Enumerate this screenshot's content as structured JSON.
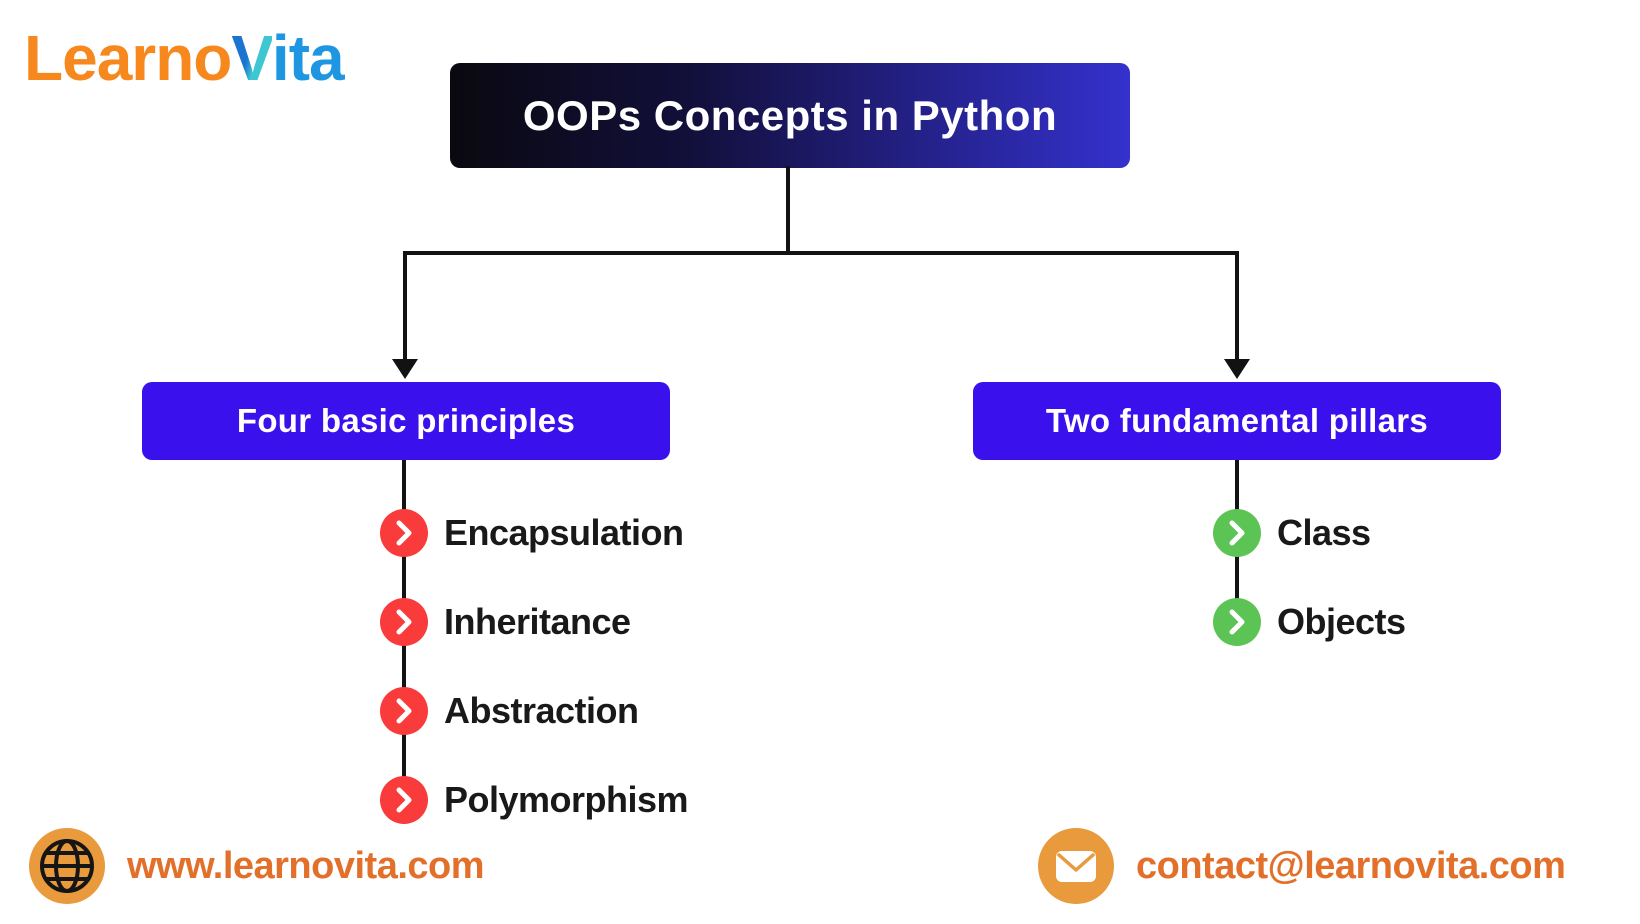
{
  "logo": {
    "learno": "Learno",
    "v": "V",
    "ita": "ita"
  },
  "title": {
    "label": "OOPs Concepts in Python"
  },
  "branches": {
    "left": {
      "label": "Four basic principles",
      "items": [
        "Encapsulation",
        "Inheritance",
        "Abstraction",
        "Polymorphism"
      ]
    },
    "right": {
      "label": "Two fundamental pillars",
      "items": [
        "Class",
        "Objects"
      ]
    }
  },
  "footer": {
    "website": "www.learnovita.com",
    "email": "contact@learnovita.com"
  },
  "colors": {
    "node_blue": "#3A10EC",
    "title_gradient_start": "#0A0910",
    "title_gradient_end": "#3431CE",
    "red_badge": "#F93B3B",
    "green_badge": "#5CC454",
    "connector_black": "#121212",
    "footer_icon_orange": "#E89A3C",
    "footer_text_orange": "#E2702A",
    "logo_orange": "#F6881D",
    "logo_blue": "#1E96E2"
  }
}
